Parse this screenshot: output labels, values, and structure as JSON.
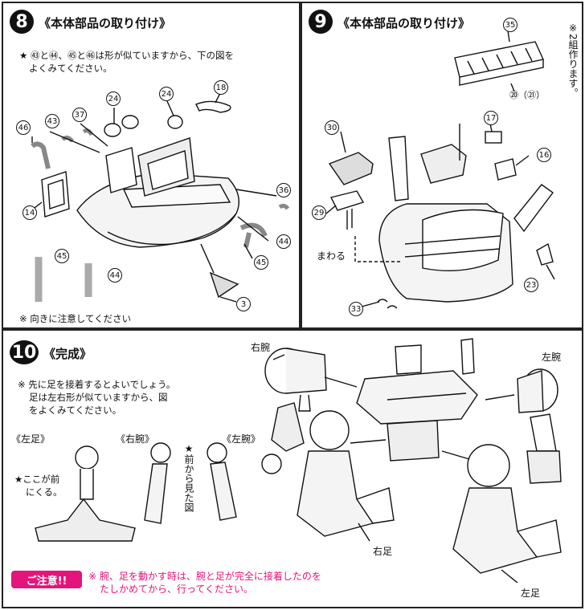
{
  "step8": {
    "number": "8",
    "title": "《本体部品の取り付け》",
    "note_line1": "★ ㊸と㊹、㊺と㊻は形が似ていますから、下の図を",
    "note_line2": "よくみてください。",
    "footnote": "※ 向きに注意してください",
    "parts": [
      "46",
      "43",
      "37",
      "24",
      "24",
      "18",
      "14",
      "36",
      "44",
      "45",
      "3"
    ],
    "sample_parts": [
      "45",
      "44"
    ]
  },
  "step9": {
    "number": "9",
    "title": "《本体部品の取り付け》",
    "side_note": "※2組作ります。",
    "parts": [
      "35",
      "30",
      "17",
      "16",
      "29",
      "23",
      "33"
    ],
    "part_pair": "⑳（㉑）",
    "rotate_label": "まわる"
  },
  "step10": {
    "number": "10",
    "title": "《完成》",
    "note_line1": "※ 先に足を接着するとよいでしょう。",
    "note_line2": "足は左右形が似ていますから、図",
    "note_line3": "をよくみてください。",
    "left_leg_label": "《左足》",
    "right_arm_label": "《右腕》",
    "left_arm_label": "《左腕》",
    "front_note_line1": "★ここが前",
    "front_note_line2": "にくる。",
    "front_view_note": "★前から見た図",
    "right_arm": "右腕",
    "left_arm": "左腕",
    "right_leg": "右足",
    "left_leg": "左足",
    "caution_label": "ご注意!!",
    "caution_line1": "※ 腕、足を動かす時は、腕と足が完全に接着したのを",
    "caution_line2": "たしかめてから、行ってください。"
  }
}
